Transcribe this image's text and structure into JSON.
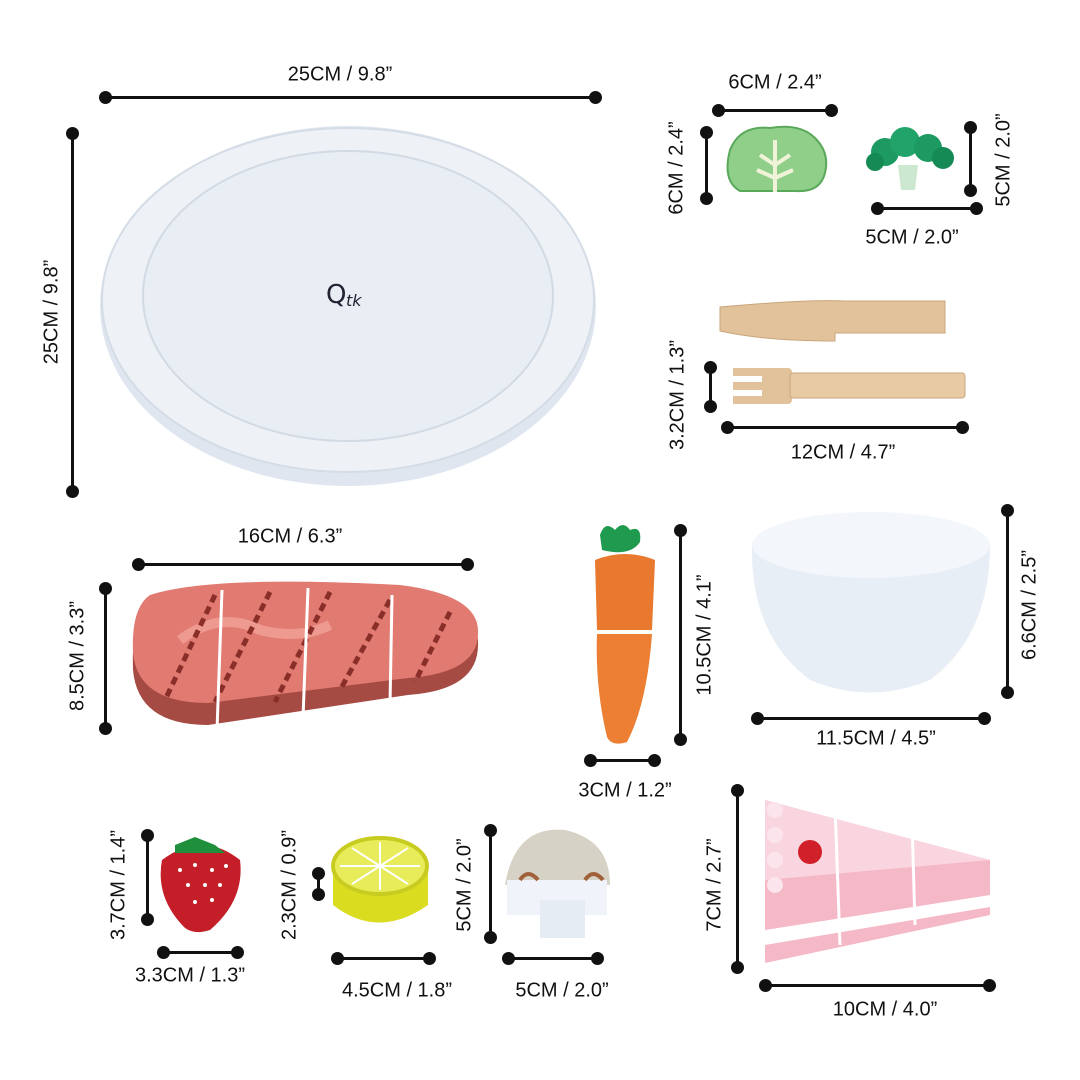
{
  "brand_logo": "Qtk",
  "items": {
    "plate": {
      "width": "25CM / 9.8”",
      "height": "25CM / 9.8”"
    },
    "lettuce": {
      "width": "6CM / 2.4”",
      "height": "6CM / 2.4”"
    },
    "broccoli": {
      "width": "5CM / 2.0”",
      "height": "5CM / 2.0”"
    },
    "utensils": {
      "width": "12CM / 4.7”",
      "height": "3.2CM / 1.3”"
    },
    "steak": {
      "width": "16CM / 6.3”",
      "height": "8.5CM / 3.3”"
    },
    "carrot": {
      "width": "3CM / 1.2”",
      "height": "10.5CM / 4.1”"
    },
    "bowl": {
      "width": "11.5CM / 4.5”",
      "height": "6.6CM / 2.5”"
    },
    "strawberry": {
      "width": "3.3CM / 1.3”",
      "height": "3.7CM / 1.4”"
    },
    "lemon": {
      "width": "4.5CM / 1.8”",
      "height": "2.3CM / 0.9”"
    },
    "mushroom": {
      "width": "5CM / 2.0”",
      "height": "5CM / 2.0”"
    },
    "cake": {
      "width": "10CM / 4.0”",
      "height": "7CM / 2.7”"
    }
  }
}
